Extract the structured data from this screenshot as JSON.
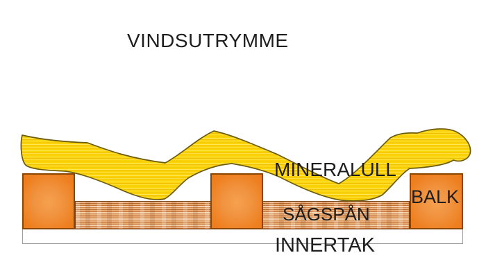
{
  "title": "VINDSUTRYMME",
  "labels": {
    "mineral_wool": "MINERALULL",
    "sawdust": "SÅGSPÅN",
    "beam": "BALK",
    "inner_ceiling": "INNERTAK"
  },
  "diagram": {
    "type": "attic-insulation-cross-section",
    "layers_top_to_bottom": [
      "MINERALULL",
      "SÅGSPÅN",
      "INNERTAK"
    ],
    "beam_count": 3
  },
  "colors": {
    "background": "#FFFFFF",
    "text": "#1E1E1E",
    "wool_fill": "#FBD307",
    "wool_streak_light": "#FFE859",
    "wool_streak_mid": "#FFE14A",
    "wool_streak_dark": "#EFC003",
    "wool_outline": "#6B5B0C",
    "beam_fill": "#EE7F1F",
    "beam_center": "#F5A14E",
    "beam_outline": "#8A4500",
    "sawdust_base": "#E2A068",
    "sawdust_outline": "#79411A",
    "ceiling_fill": "#FFFFFF",
    "ceiling_outline": "#9E9E9E"
  }
}
